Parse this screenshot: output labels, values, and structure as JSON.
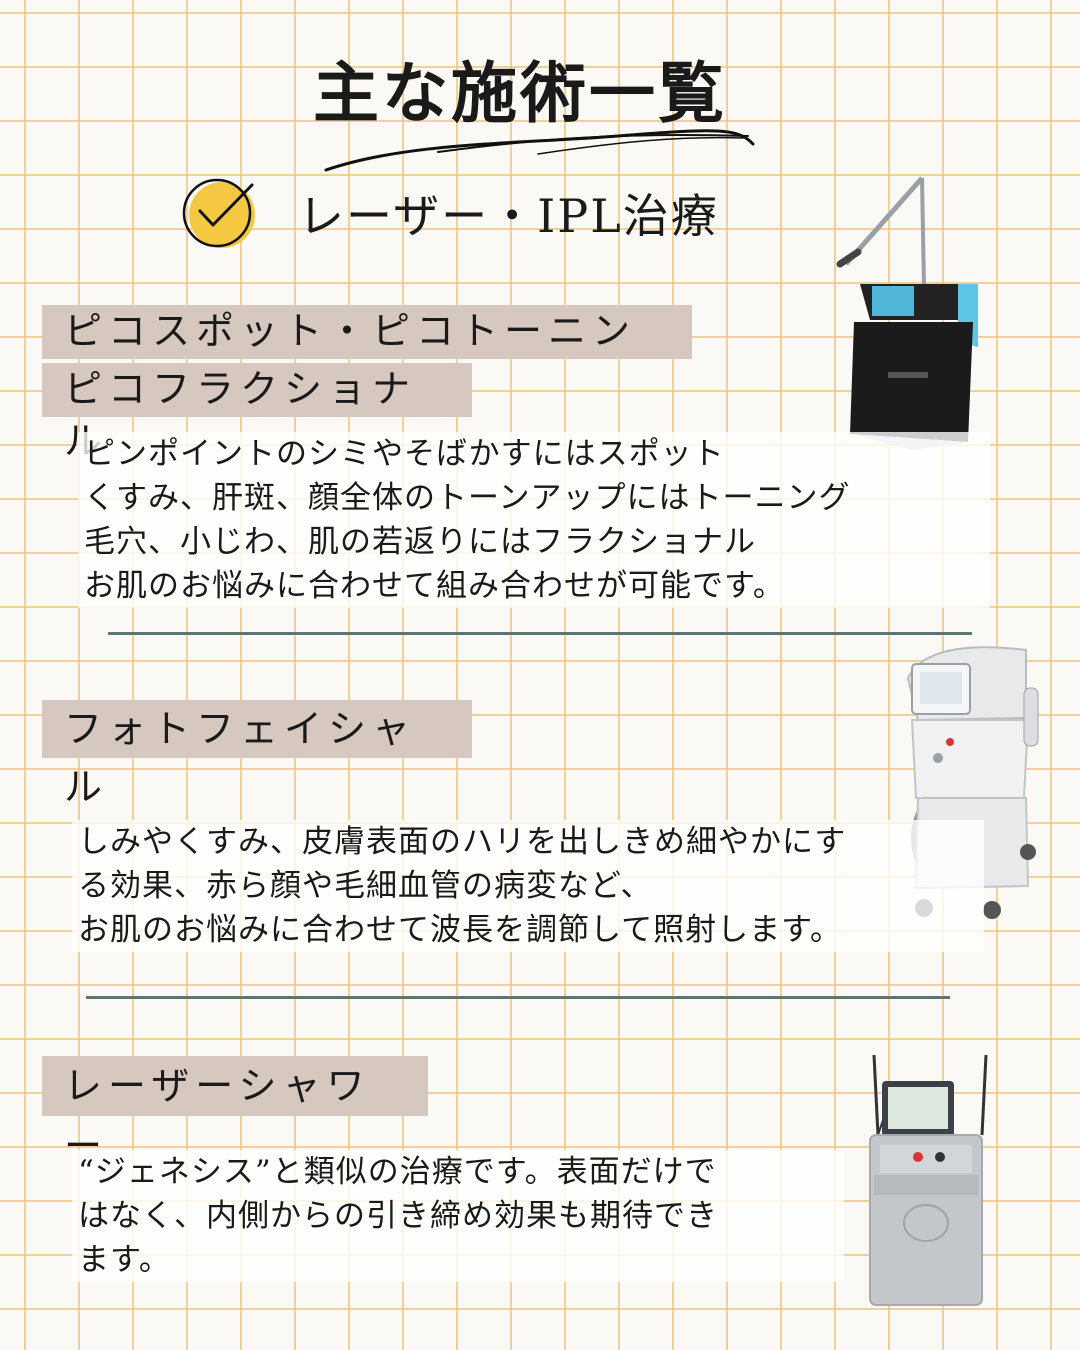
{
  "title": "主な施術一覧",
  "section": {
    "heading": "レーザー・IPL治療"
  },
  "treatments": [
    {
      "label_lines": [
        "ピコスポット・ピコトーニング",
        "ピコフラクショナル"
      ],
      "description_lines": [
        "ピンポイントのシミやそばかすにはスポット",
        "くすみ、肝斑、顔全体のトーンアップにはトーニング",
        "毛穴、小じわ、肌の若返りにはフラクショナル",
        "お肌のお悩みに合わせて組み合わせが可能です。"
      ]
    },
    {
      "label_lines": [
        "フォトフェイシャル"
      ],
      "description_lines": [
        "しみやくすみ、皮膚表面のハリを出しきめ細やかにす",
        "る効果、赤ら顔や毛細血管の病変など、",
        "お肌のお悩みに合わせて波長を調節して照射します。"
      ]
    },
    {
      "label_lines": [
        "レーザーシャワー"
      ],
      "description_lines": [
        "“ジェネシス”と類似の治療です。表面だけで",
        "はなく、内側からの引き締め効果も期待でき",
        "ます。"
      ]
    }
  ],
  "colors": {
    "grid": "#eec478",
    "label_bg": "#d6c7bf",
    "check_circle": "#f5c842",
    "divider": "#5e7574"
  },
  "icons": [
    "checkmark-circle-icon",
    "swoosh-decoration",
    "pico-laser-machine",
    "photofacial-machine",
    "laser-shower-machine"
  ]
}
